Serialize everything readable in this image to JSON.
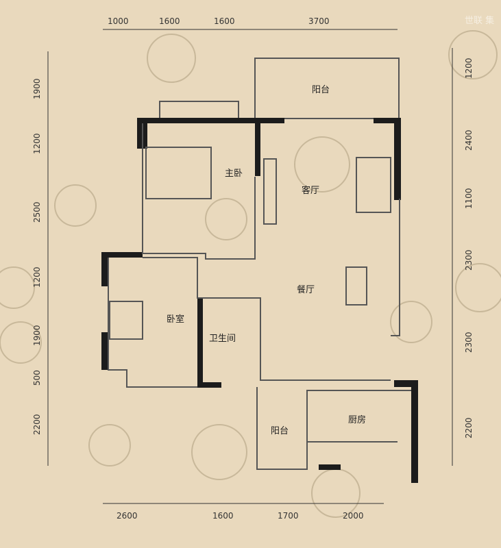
{
  "colors": {
    "background": "#e9d9bd",
    "wall": "#1c1c1c",
    "line": "#555555",
    "flower": "#c8b89a"
  },
  "dimensions": {
    "top": [
      "1000",
      "1600",
      "1600",
      "3700"
    ],
    "left": [
      "1900",
      "1200",
      "2500",
      "1200",
      "1900",
      "500",
      "2200"
    ],
    "right": [
      "1200",
      "2400",
      "1100",
      "2300",
      "2300",
      "2200"
    ],
    "bottom": [
      "2600",
      "1600",
      "1700",
      "2000"
    ]
  },
  "rooms": {
    "balcony_top": "阳台",
    "master_bedroom": "主卧",
    "living_room": "客厅",
    "dining_room": "餐厅",
    "bedroom": "卧室",
    "bathroom": "卫生间",
    "balcony_bottom": "阳台",
    "kitchen": "厨房"
  },
  "watermark": "世联 集"
}
